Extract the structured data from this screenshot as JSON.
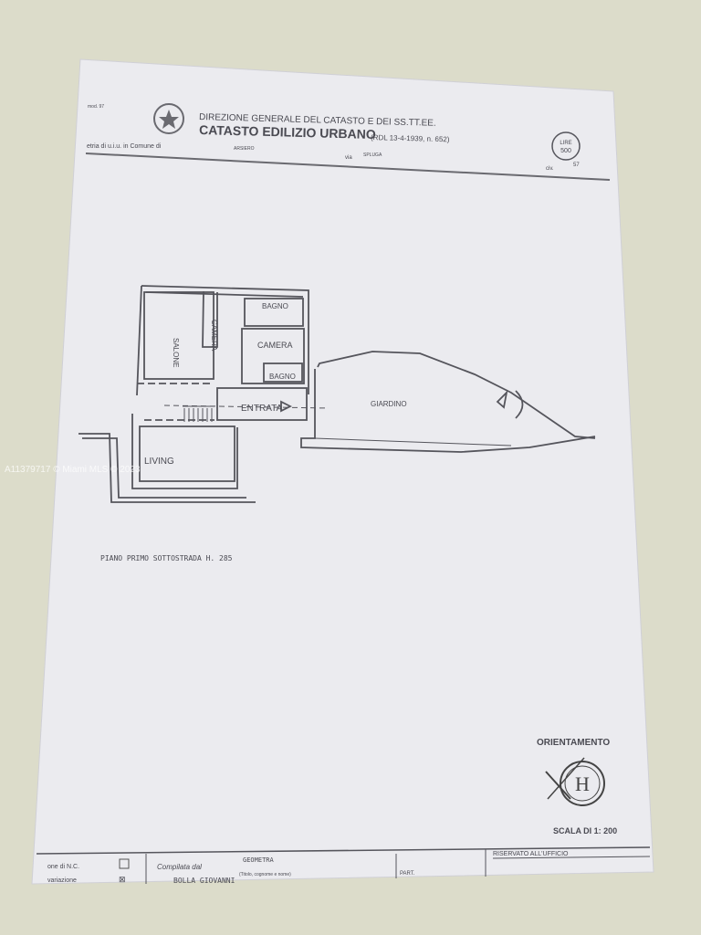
{
  "header": {
    "form_code": "mod. 97",
    "ministry": "DIREZIONE GENERALE DEL CATASTO E DEI SS.TT.EE.",
    "title": "CATASTO EDILIZIO URBANO",
    "law_ref": "(RDL 13-4-1939, n. 652)",
    "stamp_line1": "LIRE",
    "stamp_line2": "500",
    "subject_label": "etria di u.i.u. in Comune di",
    "comune": "ARSIERO",
    "via_label": "via",
    "via": "SPLUGA",
    "civ_label": "civ.",
    "civ": "57"
  },
  "plan": {
    "rooms": [
      "BAGNO",
      "CAMERA",
      "SALONE",
      "CAMERA",
      "BAGNO",
      "ENTRATA",
      "GIARDINO",
      "LIVING"
    ],
    "floor_label": "PIANO PRIMO SOTTOSTRADA  H. 285"
  },
  "orientation": {
    "label": "ORIENTAMENTO",
    "scale": "SCALA DI 1: 200"
  },
  "footer": {
    "left_label": "one di N.C.",
    "left_label2": "variazione",
    "compiled_label": "Compilata dal",
    "compiled_title": "GEOMETRA",
    "name_hint": "(Titolo, cognome e nome)",
    "name": "BOLLA GIOVANNI",
    "part_label": "PART.",
    "reserved": "RISERVATO ALL'UFFICIO"
  },
  "watermark": "A11379717 © Miami MLS © 2023"
}
